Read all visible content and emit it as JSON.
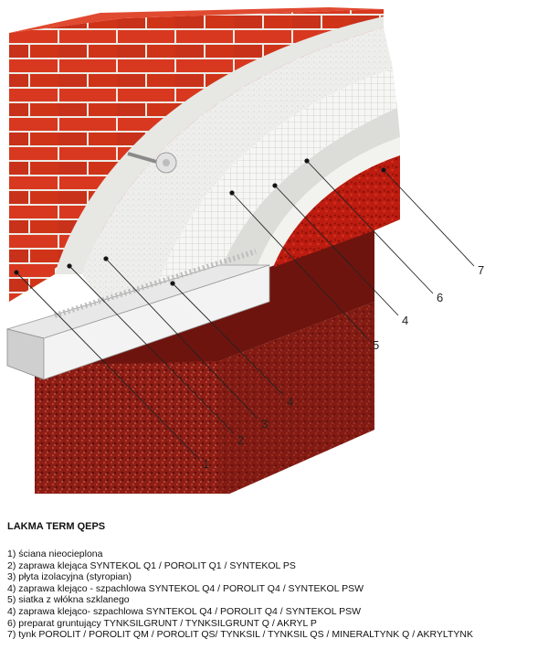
{
  "diagram": {
    "callouts": [
      "1",
      "2",
      "3",
      "4",
      "5",
      "4",
      "6",
      "7"
    ]
  },
  "legend": {
    "title": "LAKMA TERM QEPS",
    "items": [
      "1) ściana nieocieplona",
      "2) zaprawa klejąca SYNTEKOL Q1 / POROLIT Q1 / SYNTEKOL PS",
      "3) płyta izolacyjna (styropian)",
      "4) zaprawa klejąco - szpachlowa SYNTEKOL Q4 / POROLIT Q4 / SYNTEKOL PSW",
      "5) siatka z włókna szklanego",
      "4) zaprawa klejąco- szpachlowa SYNTEKOL Q4 / POROLIT Q4 / SYNTEKOL PSW",
      "6) preparat gruntujący TYNKSILGRUNT / TYNKSILGRUNT Q / AKRYL P",
      "7) tynk POROLIT / POROLIT QM / POROLIT QS/ TYNKSIL / TYNKSIL QS / MINERALTYNK Q / AKRYLTYNK"
    ]
  },
  "colors": {
    "brick": "#d8381f",
    "mortar": "#f1ede8",
    "render": "#b8180f",
    "plinth": "#8a1d14"
  }
}
